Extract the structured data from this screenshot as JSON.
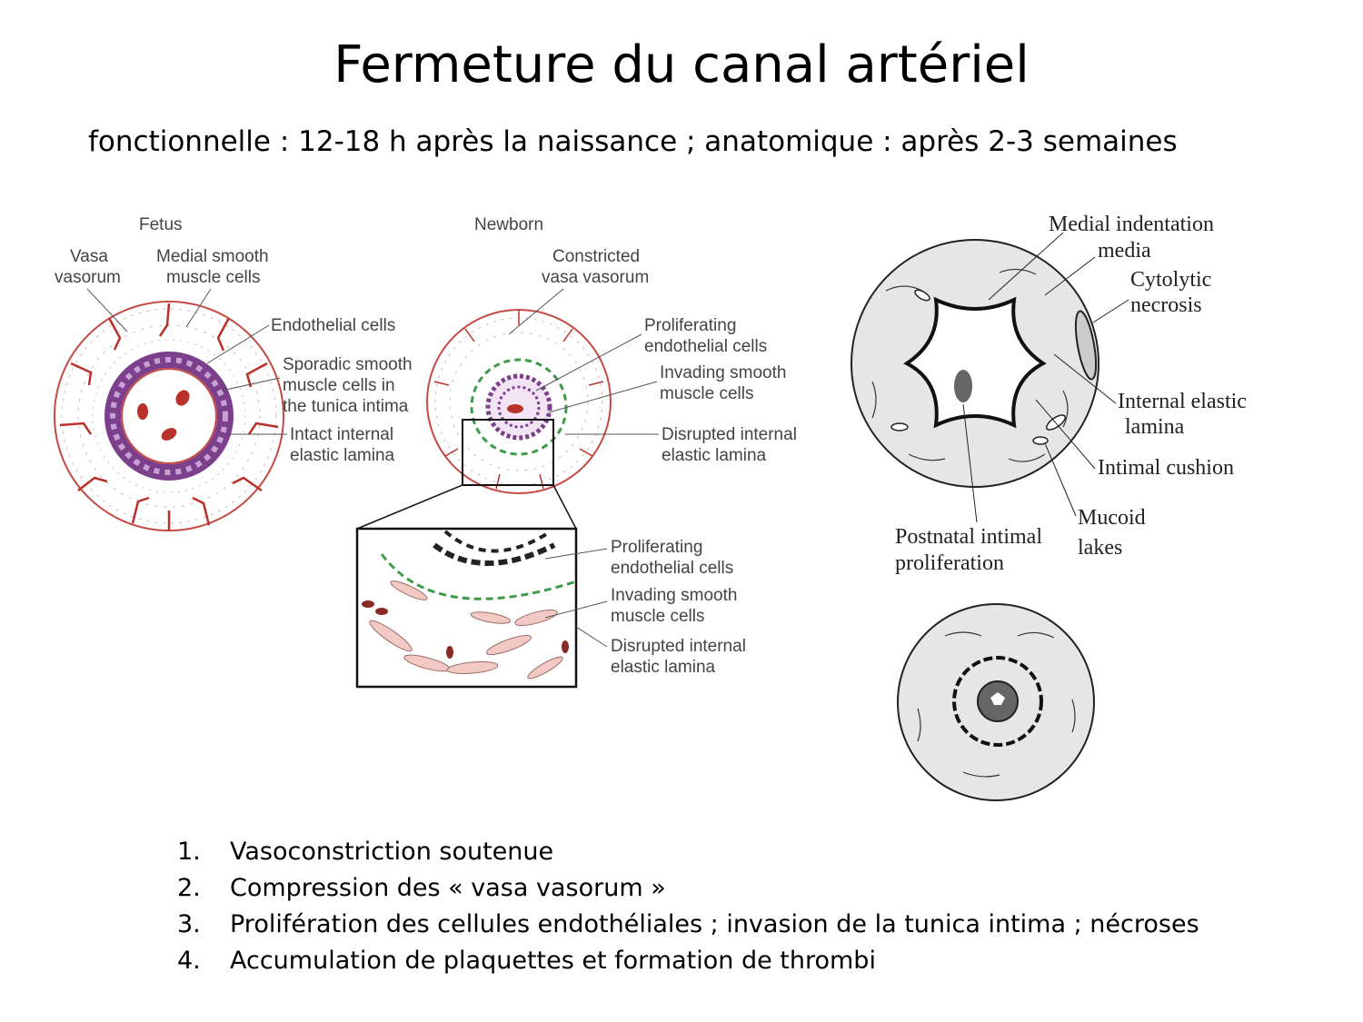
{
  "title": "Fermeture du canal artériel",
  "subtitle": "fonctionnelle : 12-18 h après la naissance ; anatomique : après 2-3 semaines",
  "fetus": {
    "heading": "Fetus",
    "vasa_1": "Vasa",
    "vasa_2": "vasorum",
    "medial_1": "Medial smooth",
    "medial_2": "muscle cells",
    "endo": "Endothelial cells",
    "sporadic_1": "Sporadic smooth",
    "sporadic_2": "muscle cells in",
    "sporadic_3": "the tunica intima",
    "intact_1": "Intact internal",
    "intact_2": "elastic lamina"
  },
  "newborn": {
    "heading": "Newborn",
    "constricted_1": "Constricted",
    "constricted_2": "vasa vasorum",
    "prolif_1": "Proliferating",
    "prolif_2": "endothelial cells",
    "invading_1": "Invading smooth",
    "invading_2": "muscle cells",
    "disrupted_1": "Disrupted internal",
    "disrupted_2": "elastic lamina"
  },
  "inset": {
    "prolif_1": "Proliferating",
    "prolif_2": "endothelial cells",
    "invading_1": "Invading smooth",
    "invading_2": "muscle cells",
    "disrupted_1": "Disrupted internal",
    "disrupted_2": "elastic lamina"
  },
  "closure": {
    "medial_indentation": "Medial indentation",
    "media": "media",
    "cytolytic_1": "Cytolytic",
    "cytolytic_2": "necrosis",
    "internal_1": "Internal elastic",
    "internal_2": "lamina",
    "cushion": "Intimal cushion",
    "mucoid_1": "Mucoid",
    "mucoid_2": "lakes",
    "postnatal_1": "Postnatal intimal",
    "postnatal_2": "proliferation"
  },
  "steps": [
    {
      "num": "1.",
      "text": "Vasoconstriction soutenue"
    },
    {
      "num": "2.",
      "text": "Compression des « vasa vasorum »"
    },
    {
      "num": "3.",
      "text": "Prolifération des cellules endothéliales ; invasion de la tunica intima ; nécroses"
    },
    {
      "num": "4.",
      "text": "Accumulation de plaquettes et formation de thrombi"
    }
  ],
  "colors": {
    "vessel_red": "#b8322a",
    "intima_purple": "#7b3f8c",
    "lamina_green": "#3f9a4a",
    "cell_pink": "#f3c9c4",
    "closure_grey": "#e6e6e6"
  }
}
